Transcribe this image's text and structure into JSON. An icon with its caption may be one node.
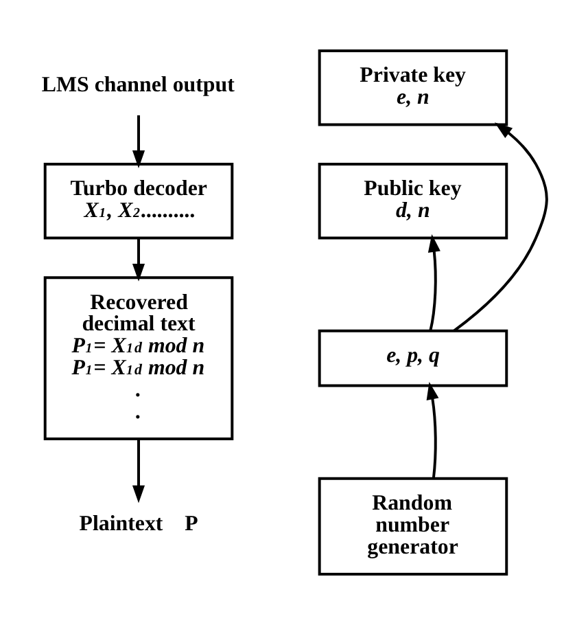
{
  "diagram": {
    "nodes": [
      {
        "text": [
          "LMS channel output"
        ]
      },
      {
        "text": [
          "Turbo decoder",
          "X$_{1}$, X$_{2}$.........."
        ]
      },
      {
        "text": [
          "Recovered decimal text",
          "P$_{1}$= X$_{1}$$^{d}$ mod n",
          "P$_{1}$= X$_{1}$$^{d}$ mod n",
          ".",
          "."
        ]
      },
      {
        "text": [
          "Plaintext    P"
        ]
      },
      {
        "text": [
          "Private key",
          "e, n"
        ]
      },
      {
        "text": [
          "Public key",
          "d, n"
        ]
      },
      {
        "text": [
          "e, p, q"
        ]
      },
      {
        "text": [
          "Random number generator"
        ]
      }
    ],
    "edges": [
      {
        "from": 0,
        "to": 1,
        "arrow": "to"
      },
      {
        "from": 1,
        "to": 2,
        "arrow": "to"
      },
      {
        "from": 2,
        "to": 3,
        "arrow": "to"
      },
      {
        "from": 7,
        "to": 6,
        "arrow": "to"
      },
      {
        "from": 6,
        "to": 5,
        "arrow": "to"
      },
      {
        "from": 6,
        "to": 4,
        "arrow": "to"
      }
    ]
  }
}
